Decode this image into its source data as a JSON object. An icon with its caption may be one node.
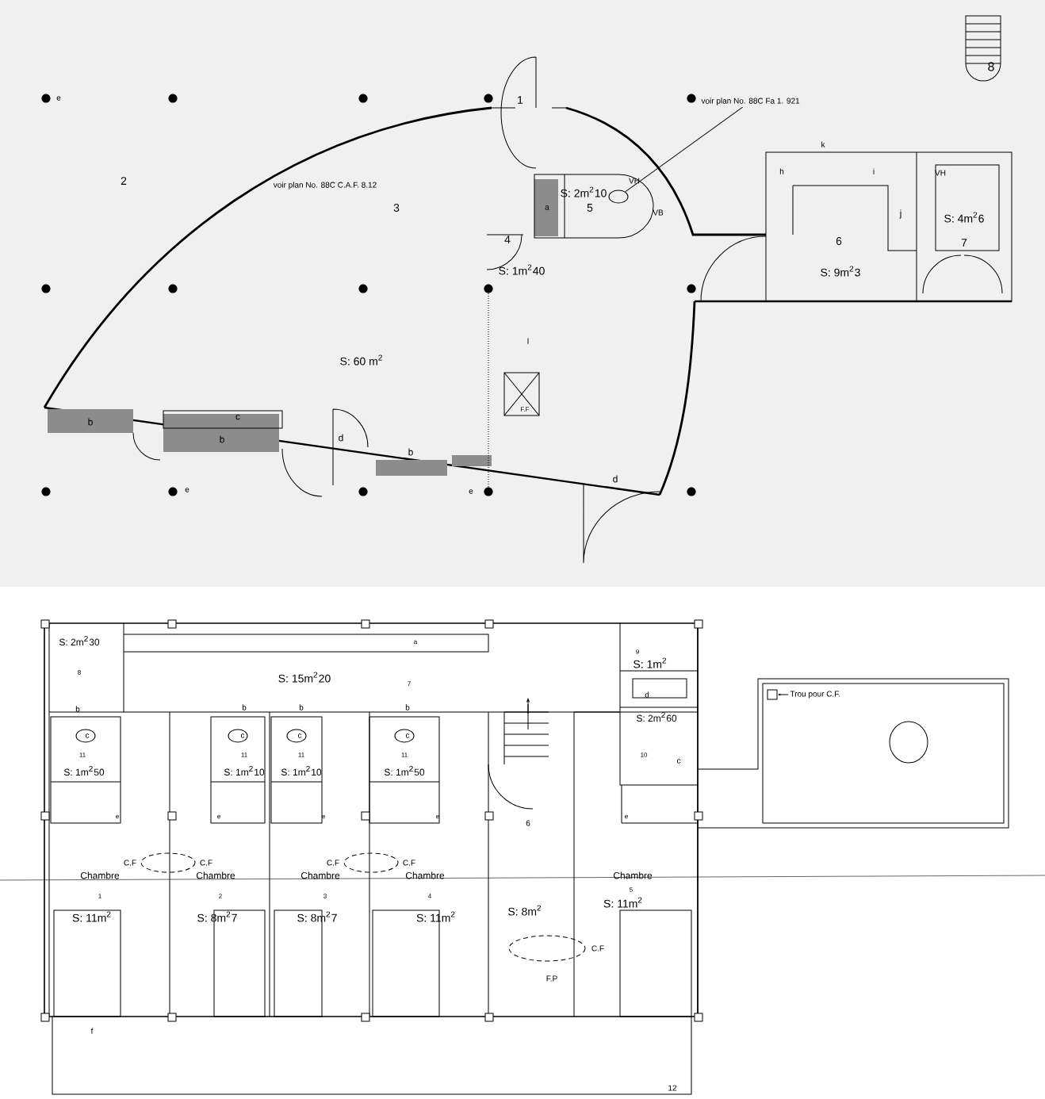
{
  "diagram": {
    "nodes": [
      {
        "text": [
          "voir plan No. 88C Fa 1. 921"
        ]
      },
      {
        "text": [
          "Trou pour C.F."
        ]
      },
      {
        "text": [],
        "shape": "box"
      },
      {
        "text": [],
        "shape": "circle"
      }
    ],
    "edges": [
      {
        "from": 0,
        "to": 3,
        "arrow": "none"
      },
      {
        "from": 1,
        "to": 2,
        "arrow": "to"
      }
    ],
    "labels": [
      "8",
      "e",
      "1",
      "2",
      "voir plan No. 88C C.A.F. 8.12",
      "3",
      "k",
      "h",
      "i",
      "VH",
      "S: 2m$^{2}$10",
      "VH",
      "a",
      "5",
      "VB",
      "4",
      "j",
      "S: 4m$^{2}$6",
      "S: 1m$^{2}$40",
      "6",
      "7",
      "S: 9m$^{2}$3",
      "l",
      "S: 60 m$^{2}$",
      "F.F",
      "c",
      "b",
      "b",
      "d",
      "b",
      "e",
      "e",
      "d",
      "S: 2m$^{2}$30",
      "a",
      "8",
      "S: 15m$^{2}$20",
      "7",
      "9",
      "S: 1m$^{2}$",
      "d",
      "b",
      "b",
      "b",
      "b",
      "c",
      "c",
      "c",
      "c",
      "S: 2m$^{2}$60",
      "10",
      "c",
      "11",
      "11",
      "11",
      "11",
      "S: 1m$^{2}$50",
      "S: 1m$^{2}$10",
      "S: 1m$^{2}$10",
      "S: 1m$^{2}$50",
      "e",
      "e",
      "e",
      "e",
      "6",
      "e",
      "C.F",
      "C.F",
      "C.F",
      "C.F",
      "Chambre",
      "Chambre",
      "Chambre",
      "Chambre",
      "Chambre",
      "1",
      "2",
      "3",
      "4",
      "5",
      "S: 11m$^{2}$",
      "S: 8m$^{2}$7",
      "S: 8m$^{2}$7",
      "S: 11m$^{2}$",
      "S: 8m$^{2}$",
      "S: 11m$^{2}$",
      "C.F",
      "F.P",
      "f",
      "12"
    ]
  }
}
